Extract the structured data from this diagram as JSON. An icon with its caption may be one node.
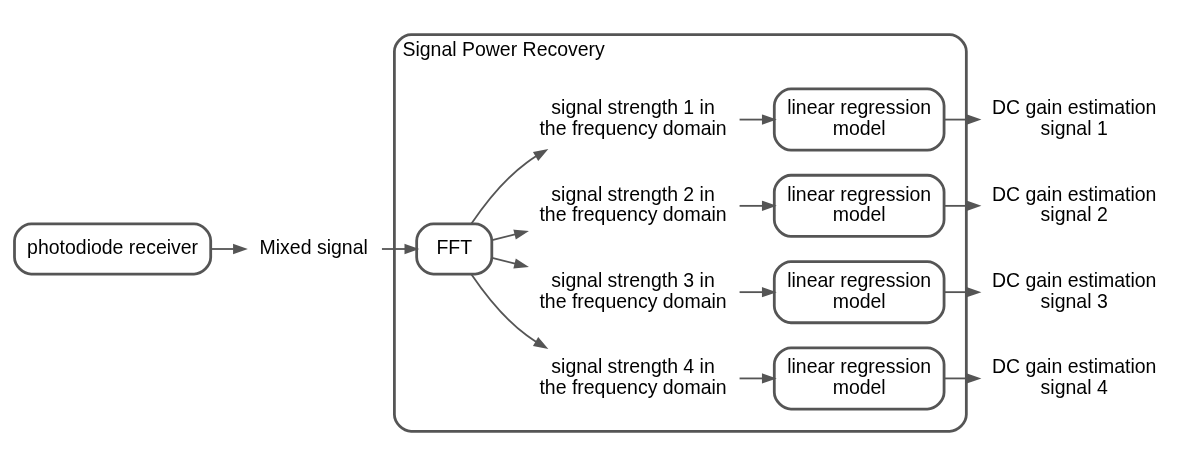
{
  "diagram": {
    "nodes": [
      {
        "text": [
          "photodiode receiver"
        ]
      },
      {
        "text": [
          "Mixed signal"
        ]
      },
      {
        "text": [
          "Signal Power Recovery"
        ]
      },
      {
        "text": [
          "FFT"
        ],
        "in": 2
      },
      {
        "text": [
          "signal strength 1 in the frequency domain"
        ],
        "in": 2
      },
      {
        "text": [
          "linear regression model"
        ],
        "in": 2
      },
      {
        "text": [
          "DC gain estimation signal 1"
        ]
      },
      {
        "text": [
          "signal strength 2 in the frequency domain"
        ],
        "in": 2
      },
      {
        "text": [
          "linear regression model"
        ],
        "in": 2
      },
      {
        "text": [
          "DC gain estimation signal 2"
        ]
      },
      {
        "text": [
          "signal strength 3 in the frequency domain"
        ],
        "in": 2
      },
      {
        "text": [
          "linear regression model"
        ],
        "in": 2
      },
      {
        "text": [
          "DC gain estimation signal 3"
        ]
      },
      {
        "text": [
          "signal strength 4 in the frequency domain"
        ],
        "in": 2
      },
      {
        "text": [
          "linear regression model"
        ],
        "in": 2
      },
      {
        "text": [
          "DC gain estimation signal 4"
        ]
      }
    ],
    "edges": [
      {
        "from": 0,
        "to": 1,
        "arrow": "to"
      },
      {
        "from": 1,
        "to": 3,
        "arrow": "to"
      },
      {
        "from": 3,
        "to": 4,
        "arrow": "to"
      },
      {
        "from": 4,
        "to": 5,
        "arrow": "to"
      },
      {
        "from": 5,
        "to": 6,
        "arrow": "to"
      },
      {
        "from": 3,
        "to": 7,
        "arrow": "to"
      },
      {
        "from": 7,
        "to": 8,
        "arrow": "to"
      },
      {
        "from": 8,
        "to": 9,
        "arrow": "to"
      },
      {
        "from": 3,
        "to": 10,
        "arrow": "to"
      },
      {
        "from": 10,
        "to": 11,
        "arrow": "to"
      },
      {
        "from": 11,
        "to": 12,
        "arrow": "to"
      },
      {
        "from": 3,
        "to": 13,
        "arrow": "to"
      },
      {
        "from": 13,
        "to": 14,
        "arrow": "to"
      },
      {
        "from": 14,
        "to": 15,
        "arrow": "to"
      }
    ]
  }
}
